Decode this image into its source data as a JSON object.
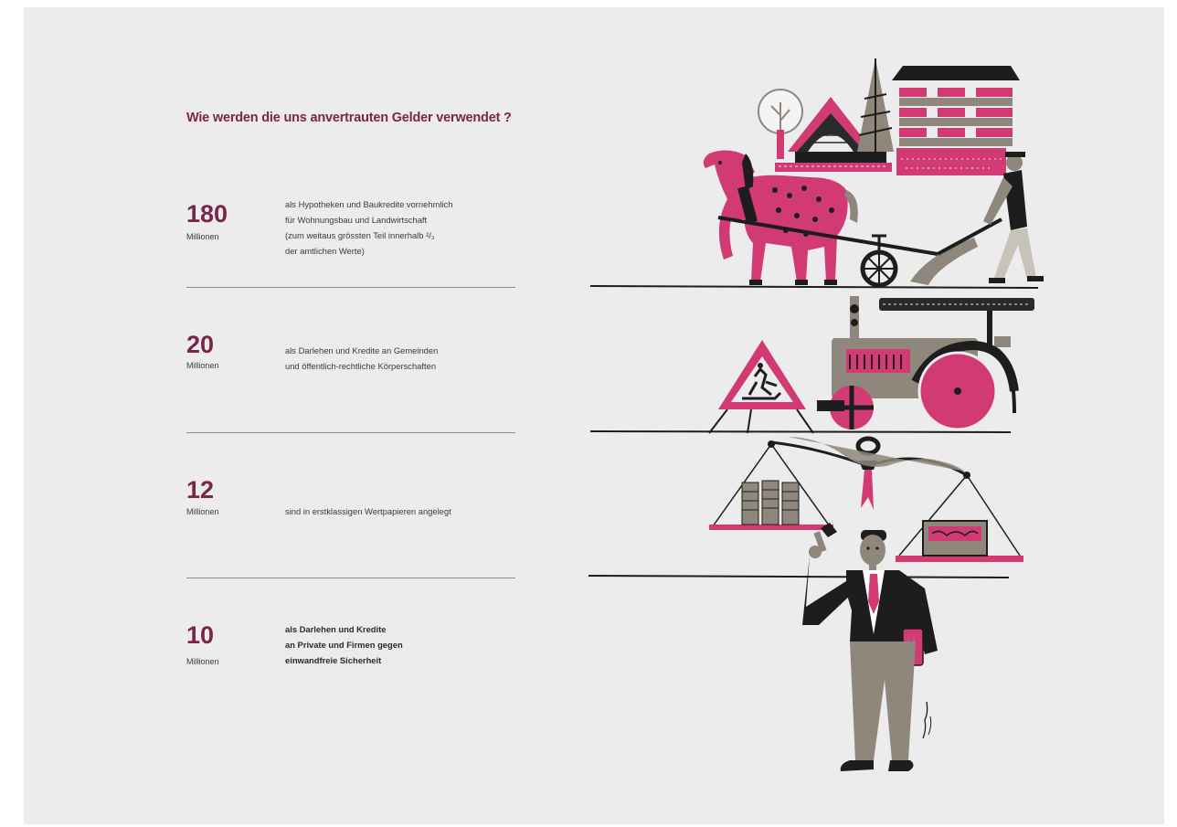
{
  "title": "Wie werden die uns anvertrauten Gelder verwendet ?",
  "entries": [
    {
      "amount": "180",
      "unit": "Millionen",
      "lines": [
        "als Hypotheken und Baukredite vornehmlich",
        "für Wohnungsbau und Landwirtschaft",
        "(zum weitaus grössten Teil innerhalb ²/₃",
        "der amtlichen Werte)"
      ]
    },
    {
      "amount": "20",
      "unit": "Millionen",
      "lines": [
        "als Darlehen und Kredite an Gemeinden",
        "und öffentlich-rechtliche Körperschaften"
      ]
    },
    {
      "amount": "12",
      "unit": "Millionen",
      "lines": [
        "sind in erstklassigen Wertpapieren angelegt"
      ]
    },
    {
      "amount": "10",
      "unit": "Millionen",
      "lines": [
        "als Darlehen und Kredite",
        "an Private und Firmen gegen",
        "einwandfreie Sicherheit"
      ]
    }
  ],
  "colors": {
    "accent": "#7a2648",
    "magenta": "#d23a74",
    "taupe": "#8f877c",
    "ink": "#1d1d1d",
    "paper": "#ececec"
  },
  "illustrations": [
    "house-and-village-illustration",
    "horse-plough-illustration",
    "road-works-sign-illustration",
    "road-roller-illustration",
    "balance-scale-illustration",
    "businessman-illustration"
  ]
}
